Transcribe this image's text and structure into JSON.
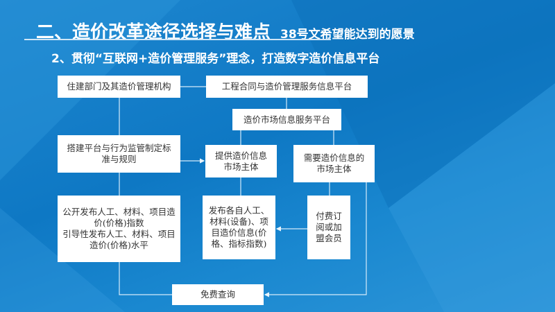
{
  "title": {
    "main": "二、造价改革途径选择与难点",
    "sub": "38号文希望能达到的愿景"
  },
  "subtitle": "2、贯彻“互联网+造价管理服务”理念，打造数字造价信息平台",
  "diagram": {
    "authority": "住建部门及其造价管理机构",
    "contract_platform": "工程合同与造价管理服务信息平台",
    "market_platform": "造价市场信息服务平台",
    "build_platform": "搭建平台与行为监管制定标准与规则",
    "providers": "提供造价信息市场主体",
    "consumers": "需要造价信息的市场主体",
    "public_release": "公开发布人工、材料、项目造价(价格)指数\n引导性发布人工、材料、项目造价(价格)水平",
    "provider_release": "发布各自人工、材料(设备)、项目造价信息(价格、指标指数)",
    "paid": "付费订阅或加盟会员",
    "free_query": "免费查询"
  },
  "colors": {
    "background": "#0e78c4",
    "box": "#ffffff",
    "line": "#cfe6f7"
  }
}
